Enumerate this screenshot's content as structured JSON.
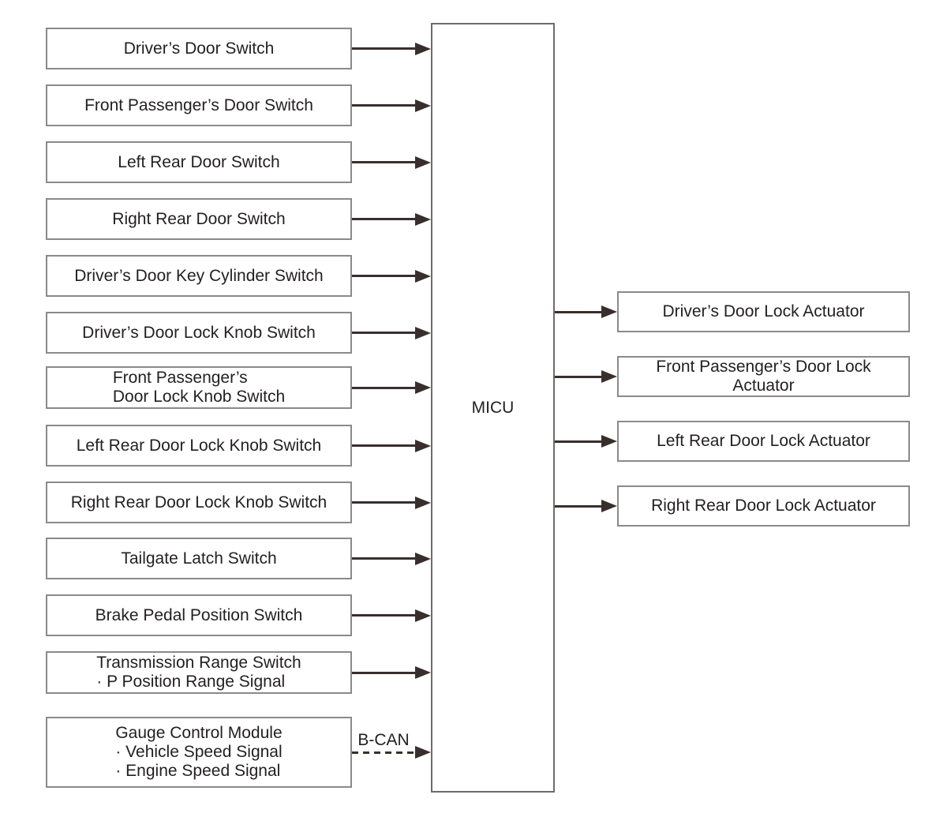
{
  "diagram": {
    "center_label": "MICU",
    "inputs": [
      {
        "lines": [
          "Driver’s Door Switch"
        ]
      },
      {
        "lines": [
          "Front Passenger’s Door Switch"
        ]
      },
      {
        "lines": [
          "Left Rear Door Switch"
        ]
      },
      {
        "lines": [
          "Right Rear Door Switch"
        ]
      },
      {
        "lines": [
          "Driver’s Door Key Cylinder Switch"
        ]
      },
      {
        "lines": [
          "Driver’s Door Lock Knob Switch"
        ]
      },
      {
        "lines": [
          "Front Passenger’s",
          "Door Lock Knob Switch"
        ]
      },
      {
        "lines": [
          "Left Rear Door Lock Knob Switch"
        ]
      },
      {
        "lines": [
          "Right Rear Door Lock Knob Switch"
        ]
      },
      {
        "lines": [
          "Tailgate Latch Switch"
        ]
      },
      {
        "lines": [
          "Brake Pedal Position Switch"
        ]
      },
      {
        "lines": [
          "Transmission Range Switch",
          "· P Position Range Signal"
        ]
      },
      {
        "lines": [
          "Gauge Control Module",
          "· Vehicle Speed Signal",
          "· Engine Speed Signal"
        ],
        "connection": "dashed",
        "bus_label": "B-CAN"
      }
    ],
    "outputs": [
      {
        "lines": [
          "Driver’s Door Lock Actuator"
        ]
      },
      {
        "lines": [
          "Front Passenger’s Door Lock Actuator"
        ]
      },
      {
        "lines": [
          "Left Rear Door Lock Actuator"
        ]
      },
      {
        "lines": [
          "Right Rear Door Lock Actuator"
        ]
      }
    ],
    "colors": {
      "background": "#ffffff",
      "box_border": "#8b8989",
      "center_border": "#6f6b6a",
      "arrow": "#382f2d",
      "text": "#231f20"
    }
  }
}
